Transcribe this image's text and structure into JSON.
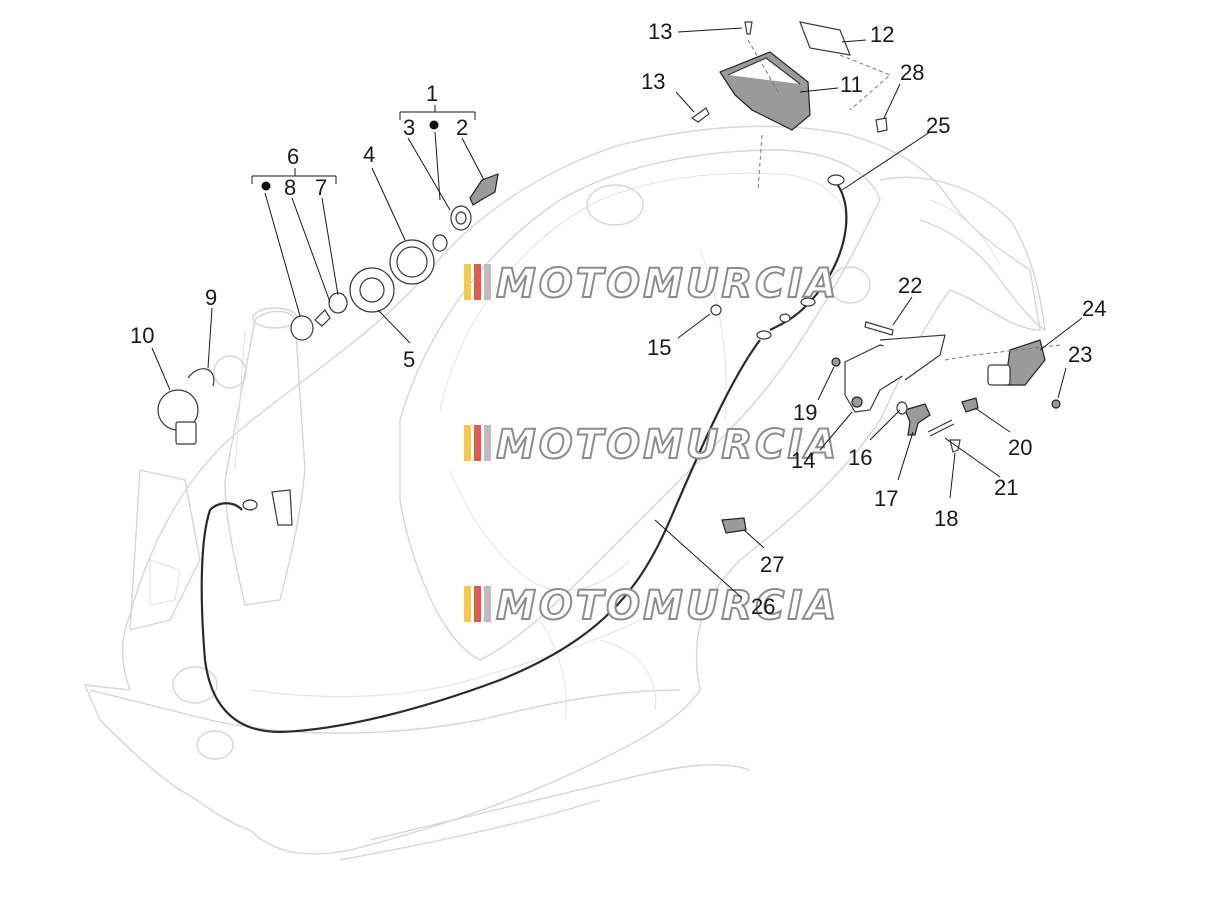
{
  "watermark": {
    "text": "MOTOMURCIA",
    "stripe_colors": [
      "#f2c94c",
      "#e05a4f",
      "#bdbdbd"
    ]
  },
  "callouts": {
    "n1": "1",
    "n2": "2",
    "n3": "3",
    "n4": "4",
    "n5": "5",
    "n6": "6",
    "n7": "7",
    "n8": "8",
    "n9": "9",
    "n10": "10",
    "n11": "11",
    "n12": "12",
    "n13a": "13",
    "n13b": "13",
    "n14": "14",
    "n15": "15",
    "n16": "16",
    "n17": "17",
    "n18": "18",
    "n19": "19",
    "n20": "20",
    "n21": "21",
    "n22": "22",
    "n23": "23",
    "n24": "24",
    "n25": "25",
    "n26": "26",
    "n27": "27",
    "n28": "28"
  },
  "colors": {
    "frame_outline": "#d6d6d6",
    "ink": "#1a1a1a",
    "cable": "#2b2b2b"
  }
}
